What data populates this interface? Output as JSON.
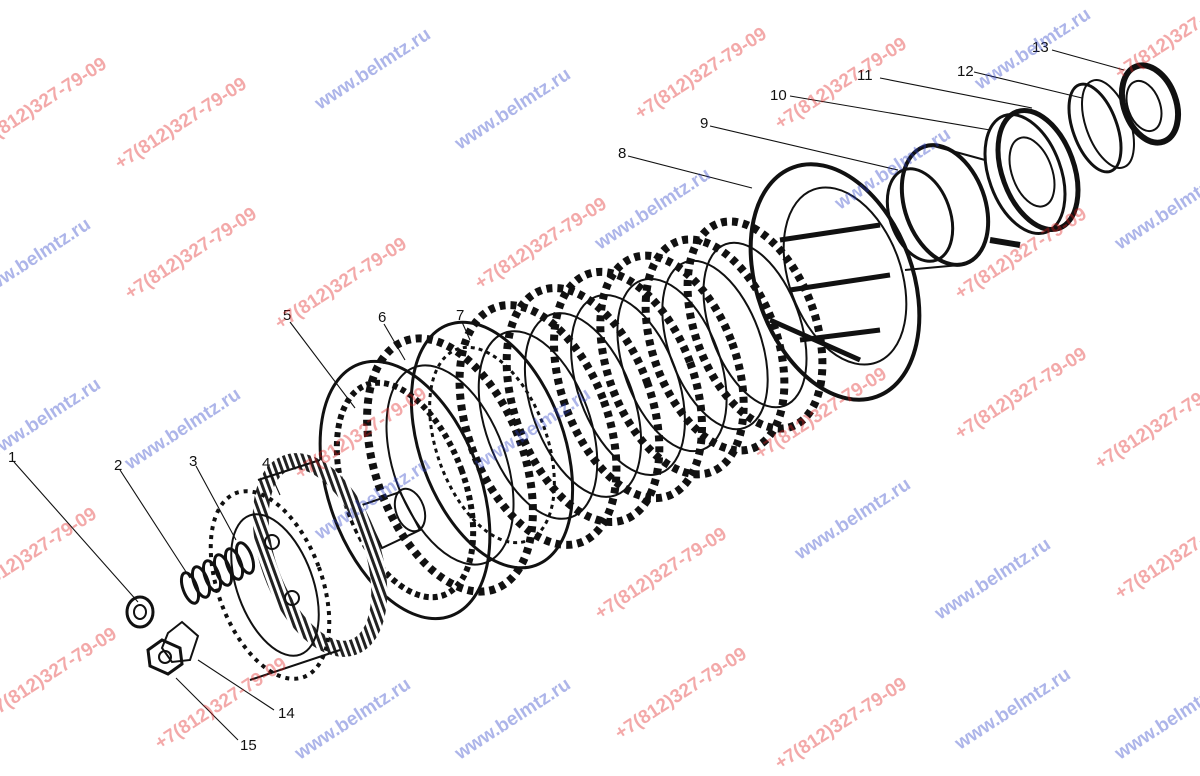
{
  "callouts": [
    "1",
    "2",
    "3",
    "4",
    "5",
    "6",
    "7",
    "8",
    "9",
    "10",
    "11",
    "12",
    "13",
    "14",
    "15"
  ],
  "watermark": {
    "phone": "+7(812)327-79-09",
    "site": "www.belmtz.ru",
    "phone_color": "#e02020",
    "site_color": "#2a3ec8"
  }
}
